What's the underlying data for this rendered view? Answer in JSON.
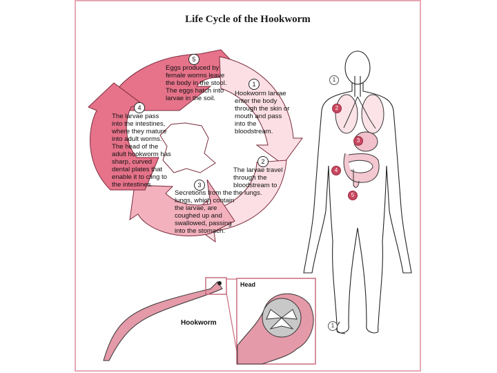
{
  "title": "Life Cycle of the Hookworm",
  "cycle_steps": [
    {
      "number": "1",
      "text": "Hookworm larvae enter the body through the skin or mouth and pass into the bloodstream."
    },
    {
      "number": "2",
      "text": "The larvae travel through the bloodstream to the lungs."
    },
    {
      "number": "3",
      "text": "Secretions from the lungs, which contain the larvae, are coughed up and swallowed, passing into the stomach."
    },
    {
      "number": "4",
      "text": "The larvae pass into the intestines, where they mature into adult worms. The head of the adult hookworm has sharp, curved dental plates that enable it to cling to the intestines."
    },
    {
      "number": "5",
      "text": "Eggs produced by female worms leave the body in the stool. The eggs hatch into larvae in the soil."
    }
  ],
  "body_markers": [
    "1",
    "2",
    "3",
    "4",
    "5",
    "1"
  ],
  "labels": {
    "hookworm": "Hookworm",
    "head": "Head"
  },
  "colors": {
    "frame": "#e6a9b4",
    "arrow_dark": "#e0667e",
    "arrow_mid": "#f0a8b6",
    "arrow_light": "#f9d7de",
    "worm": "#e49aa8"
  }
}
